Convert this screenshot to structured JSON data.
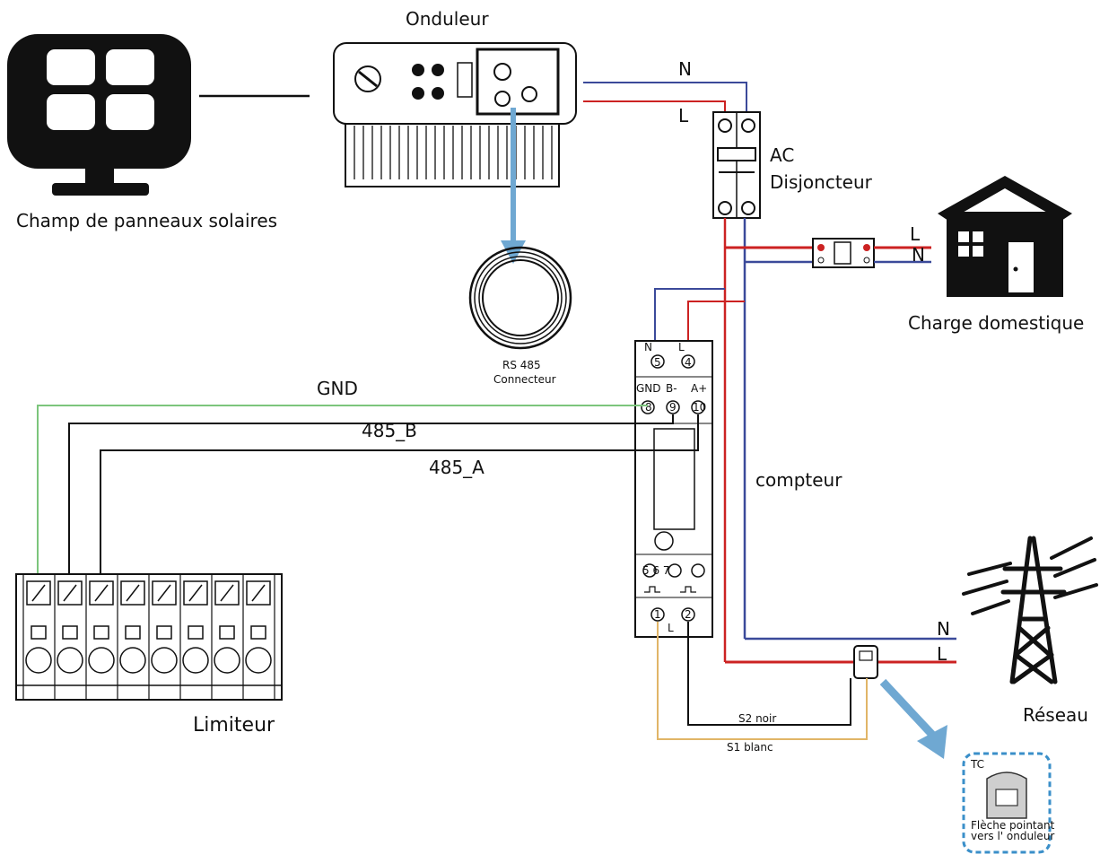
{
  "inverter": {
    "title": "Onduleur"
  },
  "solar": {
    "label": "Champ de panneaux solaires"
  },
  "rs485": {
    "line1": "RS 485",
    "line2": "Connecteur"
  },
  "breaker": {
    "line1": "AC",
    "line2": "Disjoncteur",
    "n": "N",
    "l": "L"
  },
  "house": {
    "label": "Charge domestique",
    "l": "L",
    "n": "N"
  },
  "meter": {
    "label": "compteur",
    "t_n": "N",
    "t_l": "L",
    "t_5": "5",
    "t_4": "4",
    "t_gnd": "GND",
    "t_b": "B-",
    "t_a": "A+",
    "t_8": "8",
    "t_9": "9",
    "t_10": "10",
    "t_56": "5 6 7",
    "t_1": "1",
    "t_2": "2",
    "t_bl": "L"
  },
  "wires": {
    "gnd": "GND",
    "b": "485_B",
    "a": "485_A",
    "s2": "S2 noir",
    "s1": "S1 blanc"
  },
  "limiter": {
    "label": "Limiteur"
  },
  "grid": {
    "label": "Réseau",
    "n": "N",
    "l": "L"
  },
  "ct": {
    "tag": "TC",
    "line1": "Flèche pointant",
    "line2": "vers l'  onduleur"
  }
}
